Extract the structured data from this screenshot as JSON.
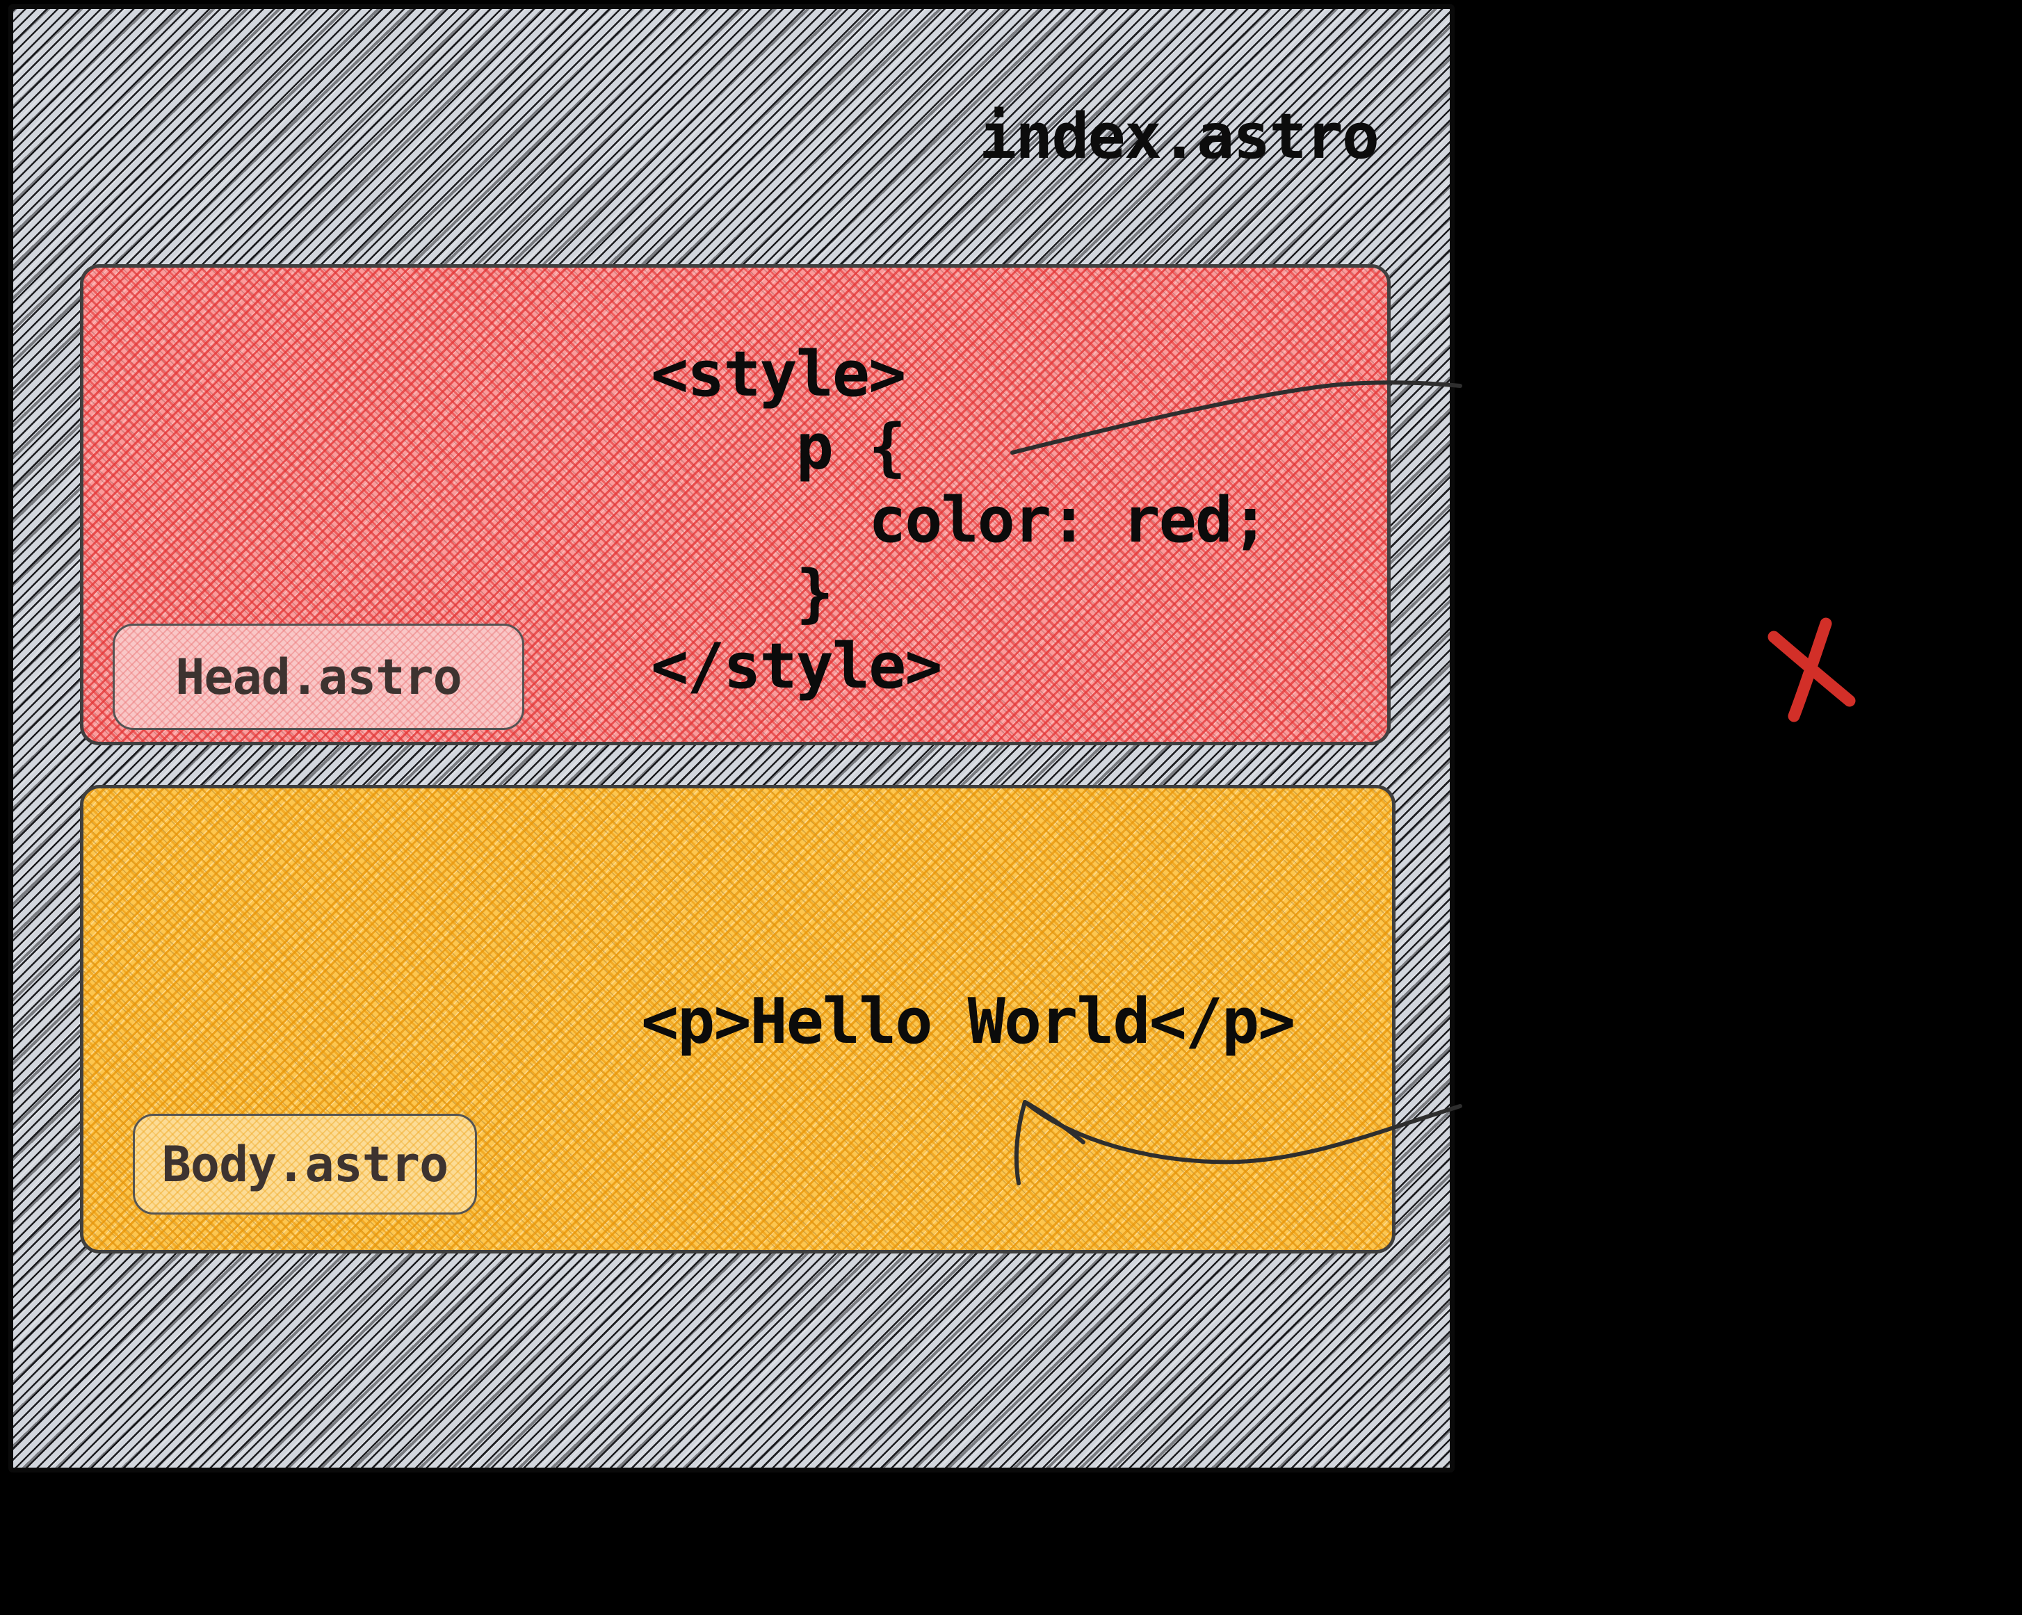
{
  "canvas": {
    "title": "index.astro"
  },
  "head_component": {
    "label": "Head.astro",
    "code_lines": [
      "<style>",
      "    p {",
      "      color: red;",
      "    }",
      "</style>"
    ]
  },
  "body_component": {
    "label": "Body.astro",
    "code_lines": [
      "<p>Hello World</p>"
    ]
  },
  "annotations": {
    "x_mark_color": "#d22f28",
    "arrow_color": "#2e2e2e"
  },
  "colors": {
    "background": "#000000",
    "canvas_fill": "#d2d6dd",
    "head_fill": "#f26d6d",
    "head_label_fill": "#f9c7c7",
    "body_fill": "#f7b42c",
    "body_label_fill": "#fcdc96",
    "code_text": "#0b0b0b"
  }
}
